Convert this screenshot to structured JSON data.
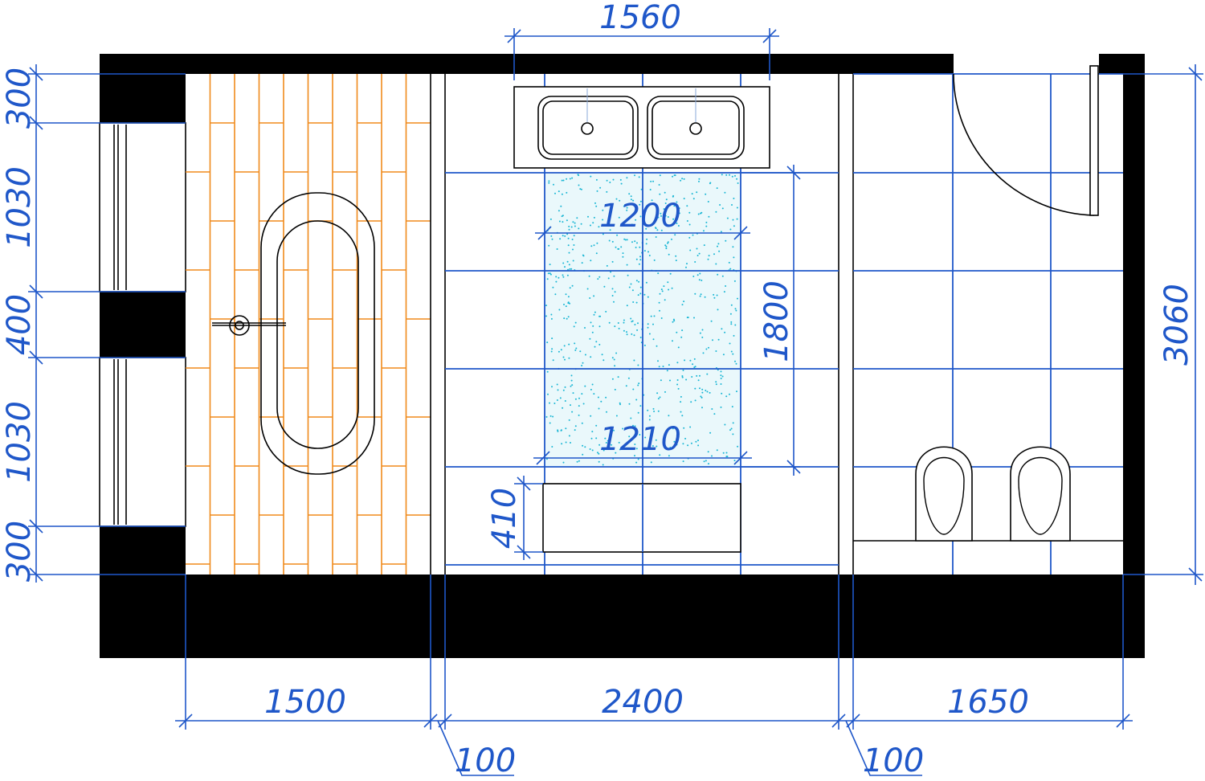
{
  "diagram": {
    "dimensions": {
      "top_width": "1560",
      "mid_width": "1200",
      "lower_width": "1210",
      "shower_depth": "1800",
      "bench_depth": "410",
      "total_depth": "3060",
      "left_300_top": "300",
      "left_1030_top": "1030",
      "left_400": "400",
      "left_1030_bottom": "1030",
      "left_300_bottom": "300",
      "bottom_bath": "1500",
      "bottom_middle": "2400",
      "bottom_wc": "1650",
      "partition_left": "100",
      "partition_right": "100"
    },
    "colors": {
      "dimension": "#1f57c9",
      "wall": "#000000",
      "tile": "#f08a1c",
      "shower_dots": "#19b6d4"
    },
    "icons": [
      "bathtub-icon",
      "double-sink-icon",
      "toilet-icon",
      "bidet-icon",
      "door-swing-icon",
      "faucet-icon"
    ]
  }
}
